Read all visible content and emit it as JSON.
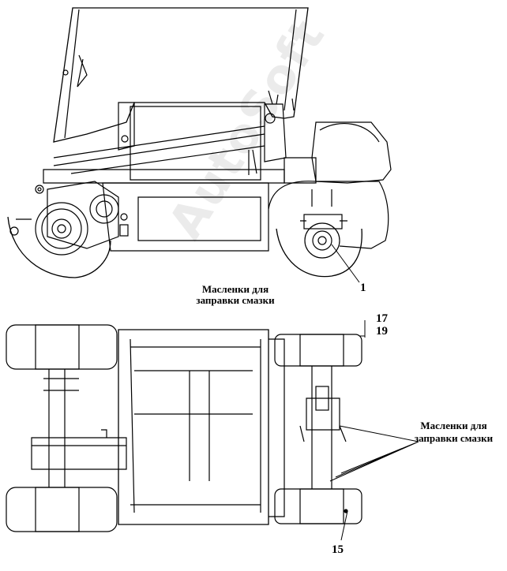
{
  "watermark": "AutoSoft",
  "callouts": {
    "top_part_number": "1",
    "top_grease_label_line1": "Масленки для",
    "top_grease_label_line2": "заправки смазки",
    "right_grease_label_line1": "Масленки для",
    "right_grease_label_line2": "заправки смазки",
    "part_17": "17",
    "part_19": "19",
    "part_15": "15"
  }
}
